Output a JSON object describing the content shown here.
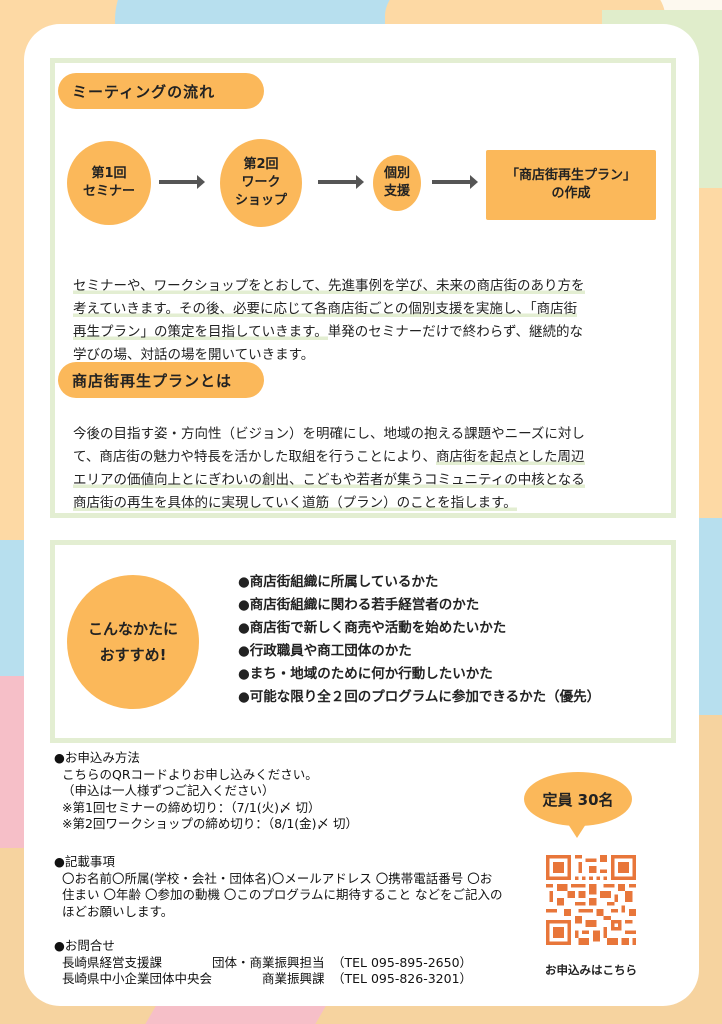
{
  "section_flow": {
    "title": "ミーティングの流れ",
    "steps": [
      {
        "label": "第1回\nセミナー",
        "shape": "circle"
      },
      {
        "label": "第2回\nワーク\nショップ",
        "shape": "circle"
      },
      {
        "label": "個別\n支援",
        "shape": "circle"
      },
      {
        "label": "「商店街再生プラン」\nの作成",
        "shape": "rectangle"
      }
    ],
    "description_lines": [
      "セミナーや、ワークショップをとおして、先進事例を学び、未来の商店街のあり方を",
      "考えていきます。その後、必要に応じて各商店街ごとの個別支援を実施し、「商店街",
      "再生プラン」の策定を目指していきます。",
      "単発のセミナーだけで終わらず、継続的な",
      "学びの場、対話の場を開いていきます。"
    ]
  },
  "section_plan": {
    "title": "商店街再生プランとは",
    "description_lines": [
      "今後の目指す姿・方向性（ビジョン）を明確にし、地域の抱える課題やニーズに対し",
      "て、商店街の魅力や特長を活かした取組を行うことにより、",
      "商店街を起点とした周辺",
      "エリアの価値向上とにぎわいの創出、こどもや若者が集うコミュニティの中核となる",
      "商店街の再生を具体的に実現していく道筋（プラン）のことを指します。"
    ]
  },
  "section_target": {
    "badge": "こんなかたに\nおすすめ!",
    "items": [
      "商店街組織に所属しているかた",
      "商店街組織に関わる若手経営者のかた",
      "商店街で新しく商売や活動を始めたいかた",
      "行政職員や商工団体のかた",
      "まち・地域のために何か行動したいかた",
      "可能な限り全２回のプログラムに参加できるかた（優先）"
    ]
  },
  "apply": {
    "heading": "お申込み方法",
    "lines": [
      "こちらのQRコードよりお申し込みください。",
      "（申込は一人様ずつご記入ください）",
      "※第1回セミナーの締め切り：（7/1(火)〆 切）",
      "※第2回ワークショップの締め切り：（8/1(金)〆 切）"
    ]
  },
  "required_info": {
    "heading": "記載事項",
    "text": "〇お名前〇所属(学校・会社・団体名)〇メールアドレス 〇携帯電話番号 〇お住まい 〇年齢 〇参加の動機 〇このプログラムに期待すること などをご記入のほどお願いします。"
  },
  "contact": {
    "heading": "お問合せ",
    "rows": [
      {
        "org": "長崎県経営支援課",
        "dept": "団体・商業振興担当",
        "tel": "（TEL 095-895-2650）"
      },
      {
        "org": "長崎県中小企業団体中央会",
        "dept": "商業振興課",
        "tel": "（TEL 095-826-3201）"
      }
    ]
  },
  "capacity": {
    "label": "定員 30名"
  },
  "qr": {
    "caption": "お申込みはこちら",
    "color": "#e8763a"
  },
  "colors": {
    "accent_orange": "#fbb85a",
    "panel_border_green": "#e3eed2",
    "bg_orange": "#fdd9a4",
    "bg_blue": "#b7dfee",
    "bg_pink": "#f6bfc8"
  }
}
